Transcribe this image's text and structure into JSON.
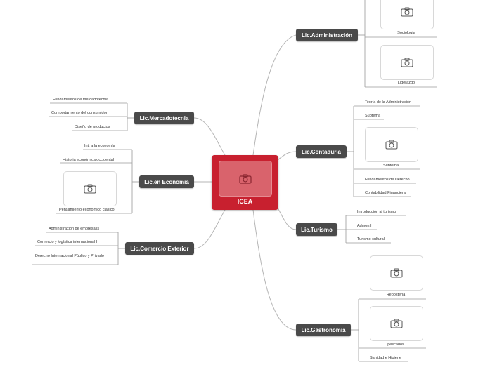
{
  "center": {
    "label": "ICEA",
    "icon": "camera-icon"
  },
  "branches": {
    "administracion": {
      "label": "Lic.Administración",
      "items": [
        "Sociología",
        "Liderazgo"
      ]
    },
    "contaduria": {
      "label": "Lic.Contaduría",
      "items": [
        "Teoría de la Administración",
        "Subtema",
        "Subtema",
        "Fundamentos de Derecho",
        "Contabilidad Financiera"
      ]
    },
    "turismo": {
      "label": "Lic.Turismo",
      "items": [
        "Introducción al turismo",
        "Admon.I",
        "Turismo cultural"
      ]
    },
    "gastronomia": {
      "label": "Lic.Gastronomia",
      "items": [
        "Reposteria",
        "pescados",
        "Sanidad e Higiene"
      ]
    },
    "mercadotecnia": {
      "label": "Lic.Mercadotecnia",
      "items": [
        "Fundamentos de mercadotecnia",
        "Comportamiento del consumidor",
        "Diseño de productos"
      ]
    },
    "economia": {
      "label": "Lic.en Economia",
      "items": [
        "Int. a la economía",
        "Historia económica occidental",
        "Pensamiento económico clásico"
      ]
    },
    "comercio": {
      "label": "Lic.Comercio Exterior",
      "items": [
        "Administración de empresass",
        "Comercio y logística internacional I",
        "Derecho Internacional Público y Privado"
      ]
    }
  },
  "colors": {
    "center": "#c8202f",
    "branch": "#4a4a4a",
    "line": "#b0b0b0"
  }
}
